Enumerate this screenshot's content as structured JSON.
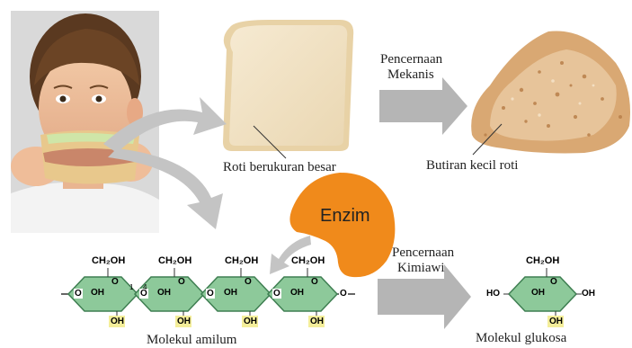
{
  "labels": {
    "big_bread": "Roti berukuran besar",
    "crumbs": "Butiran kecil roti",
    "mech_digestion_line1": "Pencernaan",
    "mech_digestion_line2": "Mekanis",
    "enzyme": "Enzim",
    "chem_digestion_line1": "Pencernaan",
    "chem_digestion_line2": "Kimiawi",
    "starch": "Molekul amilum",
    "glucose": "Molekul glukosa"
  },
  "chem": {
    "ch2oh": "CH₂OH",
    "oh": "OH",
    "o": "O",
    "ho": "HO",
    "num1": "1",
    "num4": "4"
  },
  "colors": {
    "ring_fill": "#8dc99a",
    "ring_stroke": "#3f7f52",
    "oh_highlight": "#f4ee9a",
    "enzyme": "#f08a1b",
    "arrow_gray": "#b5b5b5"
  },
  "icons": {
    "child": "child-eating-sandwich-image",
    "bread": "bread-slice-image",
    "crumbs": "bread-crumbs-image",
    "enzyme": "enzyme-blob-icon"
  }
}
